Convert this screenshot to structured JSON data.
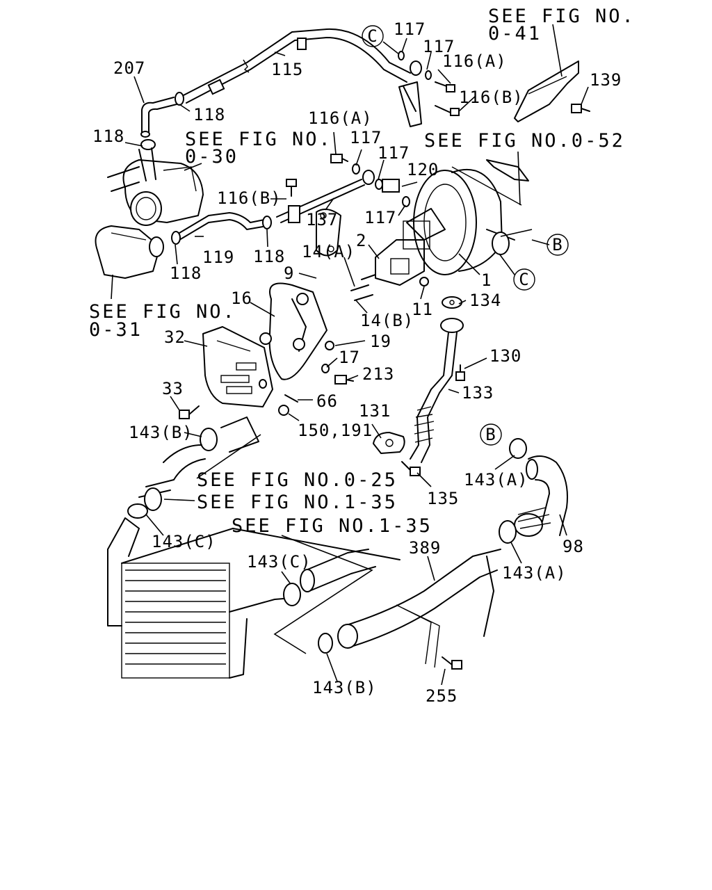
{
  "labels": {
    "p207": "207",
    "p115": "115",
    "p117a": "117",
    "p117b": "117",
    "p116a_top": "116(A)",
    "p116b_top": "116(B)",
    "p139": "139",
    "p118a": "118",
    "p118b": "118",
    "p116a_mid": "116(A)",
    "p117c": "117",
    "p117d": "117",
    "p120": "120",
    "p116b_mid": "116(B)",
    "p137": "137",
    "p117e": "117",
    "p119": "119",
    "p118c": "118",
    "p118d": "118",
    "p2": "2",
    "p14a": "14(A)",
    "p9": "9",
    "p16": "16",
    "p1": "1",
    "p14b": "14(B)",
    "p11": "11",
    "p134": "134",
    "p32": "32",
    "p19": "19",
    "p17": "17",
    "p130": "130",
    "p213": "213",
    "p133": "133",
    "p33": "33",
    "p66": "66",
    "p131": "131",
    "p143b_top": "143(B)",
    "p150_191": "150,191",
    "p143a_top": "143(A)",
    "p135": "135",
    "p98": "98",
    "p143c_left": "143(C)",
    "p389": "389",
    "p143c_mid": "143(C)",
    "p143a_mid": "143(A)",
    "p143b_bot": "143(B)",
    "p255": "255"
  },
  "refs": {
    "fig041_line1": "SEE FIG NO.",
    "fig041_line2": "0-41",
    "fig030_line1": "SEE FIG NO.",
    "fig030_line2": "0-30",
    "fig052": "SEE FIG NO.0-52",
    "fig031_line1": "SEE FIG NO.",
    "fig031_line2": "0-31",
    "fig025": "SEE FIG NO.0-25",
    "fig135a": "SEE FIG NO.1-35",
    "fig135b": "SEE FIG NO.1-35"
  },
  "callouts": {
    "c_top": "C",
    "c_right": "C",
    "b_right": "B",
    "b_lower": "B"
  }
}
